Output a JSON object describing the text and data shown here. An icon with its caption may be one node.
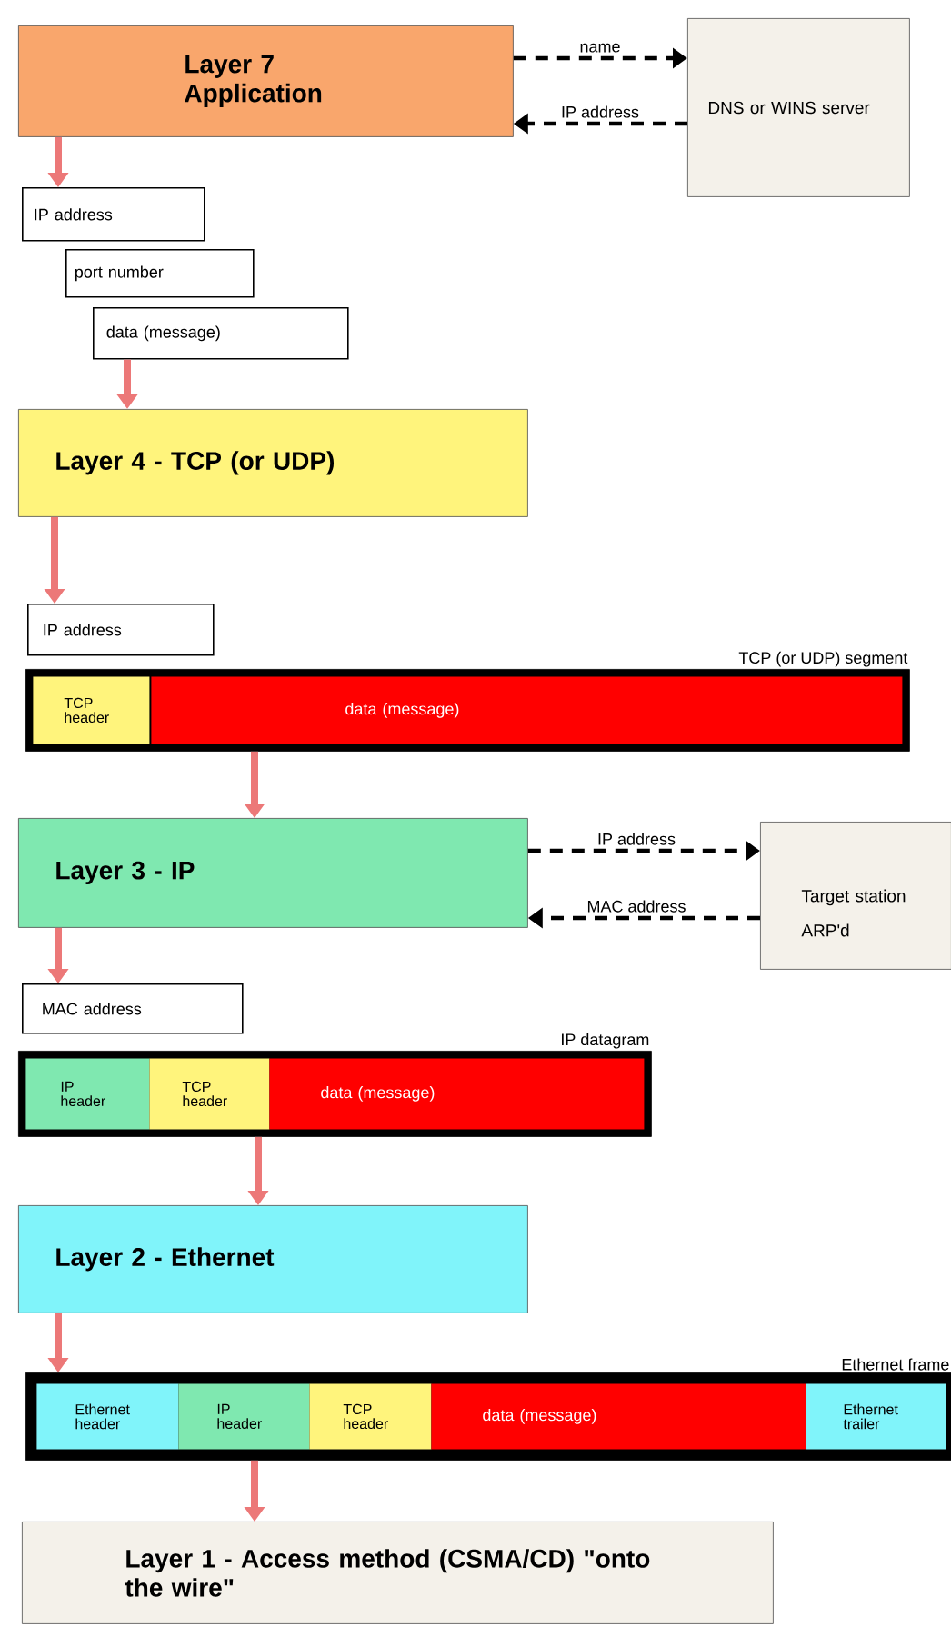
{
  "diagram": {
    "nodes": [
      {
        "text": [
          "Layer 7 Application"
        ]
      },
      {
        "text": [
          "DNS or WINS server"
        ]
      },
      {
        "text": [
          "IP address"
        ]
      },
      {
        "text": [
          "port number"
        ]
      },
      {
        "text": [
          "data (message)"
        ]
      },
      {
        "text": [
          "Layer 4 - TCP (or UDP)"
        ]
      },
      {
        "text": [
          "IP address"
        ]
      },
      {
        "text": [
          "TCP (or UDP) segment"
        ]
      },
      {
        "text": [
          "TCP header"
        ],
        "in": 7
      },
      {
        "text": [
          "data (message)"
        ],
        "in": 7
      },
      {
        "text": [
          "Layer 3 - IP"
        ]
      },
      {
        "text": [
          "Target station ARP'd"
        ]
      },
      {
        "text": [
          "MAC address"
        ]
      },
      {
        "text": [
          "IP datagram"
        ]
      },
      {
        "text": [
          "IP header"
        ],
        "in": 13
      },
      {
        "text": [
          "TCP header"
        ],
        "in": 13
      },
      {
        "text": [
          "data (message)"
        ],
        "in": 13
      },
      {
        "text": [
          "Layer 2 - Ethernet"
        ]
      },
      {
        "text": [
          "Ethernet frame"
        ]
      },
      {
        "text": [
          "Ethernet header"
        ],
        "in": 18
      },
      {
        "text": [
          "IP header"
        ],
        "in": 18
      },
      {
        "text": [
          "TCP header"
        ],
        "in": 18
      },
      {
        "text": [
          "data (message)"
        ],
        "in": 18
      },
      {
        "text": [
          "Ethernet trailer"
        ],
        "in": 18
      },
      {
        "text": [
          "Layer 1 - Access method (CSMA/CD) \"onto the wire\""
        ]
      }
    ],
    "edges": [
      {
        "from": 0,
        "to": 1,
        "arrow": "to",
        "label": "name",
        "style": "dashed",
        "color": "#000000"
      },
      {
        "from": 1,
        "to": 0,
        "arrow": "to",
        "label": "IP address",
        "style": "dashed",
        "color": "#000000"
      },
      {
        "from": 0,
        "to": 2,
        "arrow": "to"
      },
      {
        "from": 4,
        "to": 5,
        "arrow": "to"
      },
      {
        "from": 5,
        "to": 6,
        "arrow": "to"
      },
      {
        "from": 7,
        "to": 10,
        "arrow": "to"
      },
      {
        "from": 10,
        "to": 11,
        "arrow": "to",
        "label": "IP address",
        "style": "dashed",
        "color": "#000000"
      },
      {
        "from": 11,
        "to": 10,
        "arrow": "to",
        "label": "MAC address",
        "style": "dashed",
        "color": "#000000"
      },
      {
        "from": 10,
        "to": 12,
        "arrow": "to"
      },
      {
        "from": 13,
        "to": 17,
        "arrow": "to"
      },
      {
        "from": 17,
        "to": 18,
        "arrow": "to"
      },
      {
        "from": 18,
        "to": 24,
        "arrow": "to"
      }
    ]
  }
}
